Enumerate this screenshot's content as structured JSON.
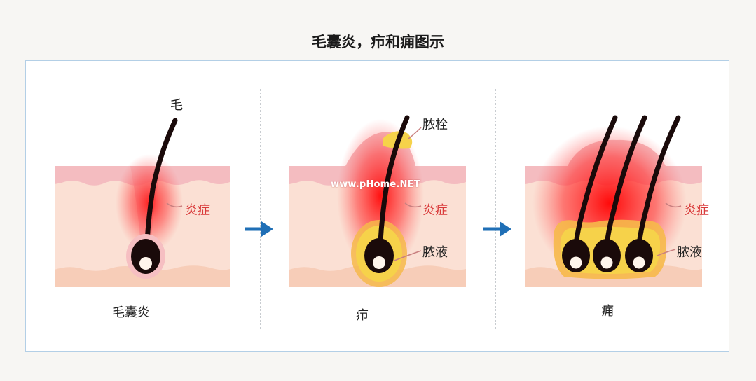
{
  "title": "毛囊炎，疖和痈图示",
  "panels": [
    {
      "caption": "毛囊炎",
      "labels": {
        "hair": "毛",
        "inflammation": "炎症"
      }
    },
    {
      "caption": "疖",
      "labels": {
        "pus_plug": "脓栓",
        "inflammation": "炎症",
        "pus": "脓液"
      }
    },
    {
      "caption": "痈",
      "labels": {
        "inflammation": "炎症",
        "pus": "脓液"
      }
    }
  ],
  "watermark": "www.pHome.NET",
  "colors": {
    "skin_top": "#f4bcc0",
    "skin_mid": "#fbe0d4",
    "skin_bottom": "#f7cdb8",
    "inflammation": "#ff2a2a",
    "pus": "#f6d24a",
    "hair": "#1a0a0a",
    "arrow": "#1f6fb6",
    "frame_border": "#b3cfe6"
  },
  "icons": [
    "arrow-right-icon",
    "arrow-right-icon"
  ]
}
